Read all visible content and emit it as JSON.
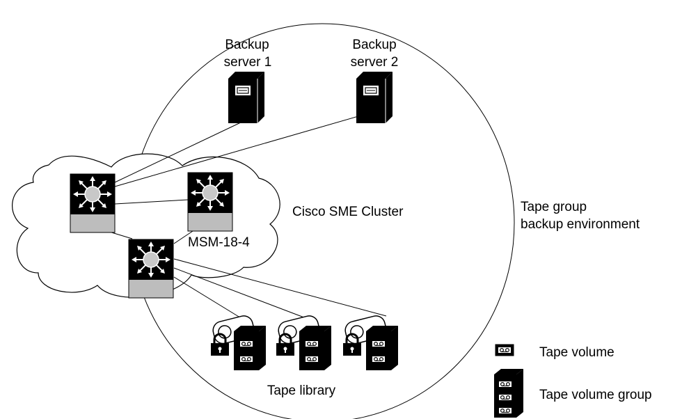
{
  "labels": {
    "backup_server_1": [
      "Backup",
      "server 1"
    ],
    "backup_server_2": [
      "Backup",
      "server 2"
    ],
    "cluster": "Cisco SME Cluster",
    "msm": "MSM-18-4",
    "environment": [
      "Tape group",
      "backup environment"
    ],
    "tape_library": "Tape library"
  },
  "legend": {
    "tape_volume": "Tape volume",
    "tape_volume_group": "Tape volume group"
  },
  "colors": {
    "line": "#000000",
    "background": "#ffffff",
    "switch_base": "#bdbdbd",
    "switch_hub": "#c8c8c8"
  },
  "icons": [
    "server-icon",
    "mds-switch-icon",
    "tape-library-icon",
    "padlock-icon",
    "tape-volume-icon",
    "tape-volume-group-icon"
  ]
}
